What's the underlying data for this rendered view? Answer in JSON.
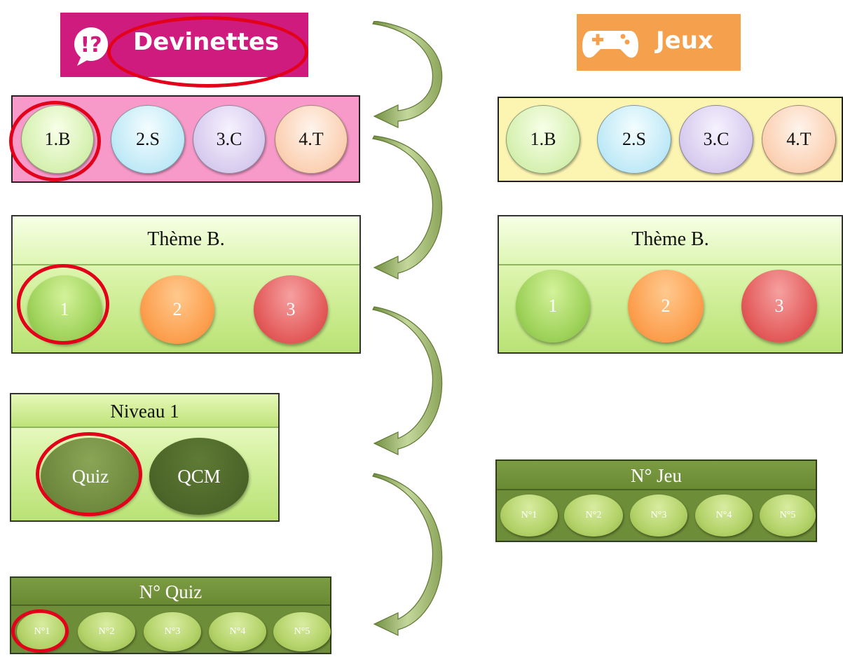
{
  "left": {
    "header": {
      "label": "Devinettes",
      "icon": "question-bubble-icon",
      "color": "#d01b7e"
    },
    "themes": {
      "items": [
        "1.B",
        "2.S",
        "3.C",
        "4.T"
      ],
      "bg": "#f79ac9"
    },
    "theme_panel": {
      "title": "Thème B.",
      "levels": [
        "1",
        "2",
        "3"
      ]
    },
    "level_panel": {
      "title": "Niveau 1",
      "options": [
        "Quiz",
        "QCM"
      ]
    },
    "number_panel": {
      "title": "N° Quiz",
      "items": [
        "N°1",
        "N°2",
        "N°3",
        "N°4",
        "N°5"
      ]
    }
  },
  "right": {
    "header": {
      "label": "Jeux",
      "icon": "gamepad-icon",
      "color": "#f4a04c"
    },
    "themes": {
      "items": [
        "1.B",
        "2.S",
        "3.C",
        "4.T"
      ],
      "bg": "#fcf5b2"
    },
    "theme_panel": {
      "title": "Thème B.",
      "levels": [
        "1",
        "2",
        "3"
      ]
    },
    "number_panel": {
      "title": "N° Jeu",
      "items": [
        "N°1",
        "N°2",
        "N°3",
        "N°4",
        "N°5"
      ]
    }
  },
  "flow_arrow_color": "#9fb56d",
  "highlight_color": "#e3001b"
}
